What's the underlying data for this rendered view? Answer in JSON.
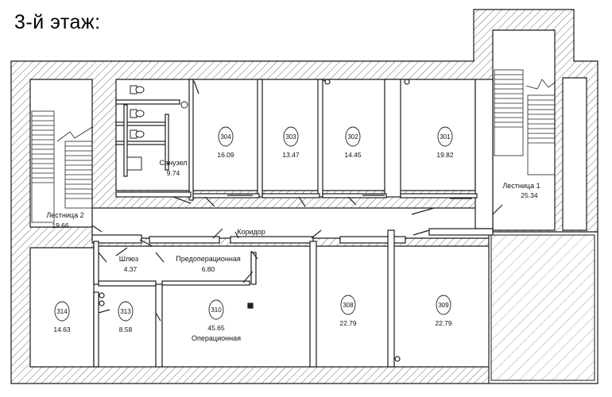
{
  "title": "3-й этаж:",
  "rooms": [
    {
      "key": "r304",
      "number": "304",
      "area": "16.09",
      "name": ""
    },
    {
      "key": "r303",
      "number": "303",
      "area": "13.47",
      "name": ""
    },
    {
      "key": "r302",
      "number": "302",
      "area": "14.45",
      "name": ""
    },
    {
      "key": "r301",
      "number": "301",
      "area": "19.82",
      "name": ""
    },
    {
      "key": "r314",
      "number": "314",
      "area": "14.63",
      "name": ""
    },
    {
      "key": "r313",
      "number": "313",
      "area": "8.58",
      "name": ""
    },
    {
      "key": "r310",
      "number": "310",
      "area": "45.65",
      "name": "Операционная"
    },
    {
      "key": "r308",
      "number": "308",
      "area": "22.79",
      "name": ""
    },
    {
      "key": "r309",
      "number": "309",
      "area": "22.79",
      "name": ""
    }
  ],
  "spaces": {
    "sanuzel": {
      "name": "Санузел",
      "area": "9.74"
    },
    "stair2": {
      "name": "Лестница 2",
      "area": "19.66"
    },
    "stair1": {
      "name": "Лестница 1",
      "area": "25.34"
    },
    "corridor": {
      "name": "Коридор"
    },
    "shlyuz": {
      "name": "Шлюз",
      "area": "4.37"
    },
    "preop": {
      "name": "Предоперационная",
      "area": "6.80"
    }
  },
  "colors": {
    "wall": "#1a1a1a",
    "hatch": "#6e6e6e",
    "line": "#222222"
  }
}
